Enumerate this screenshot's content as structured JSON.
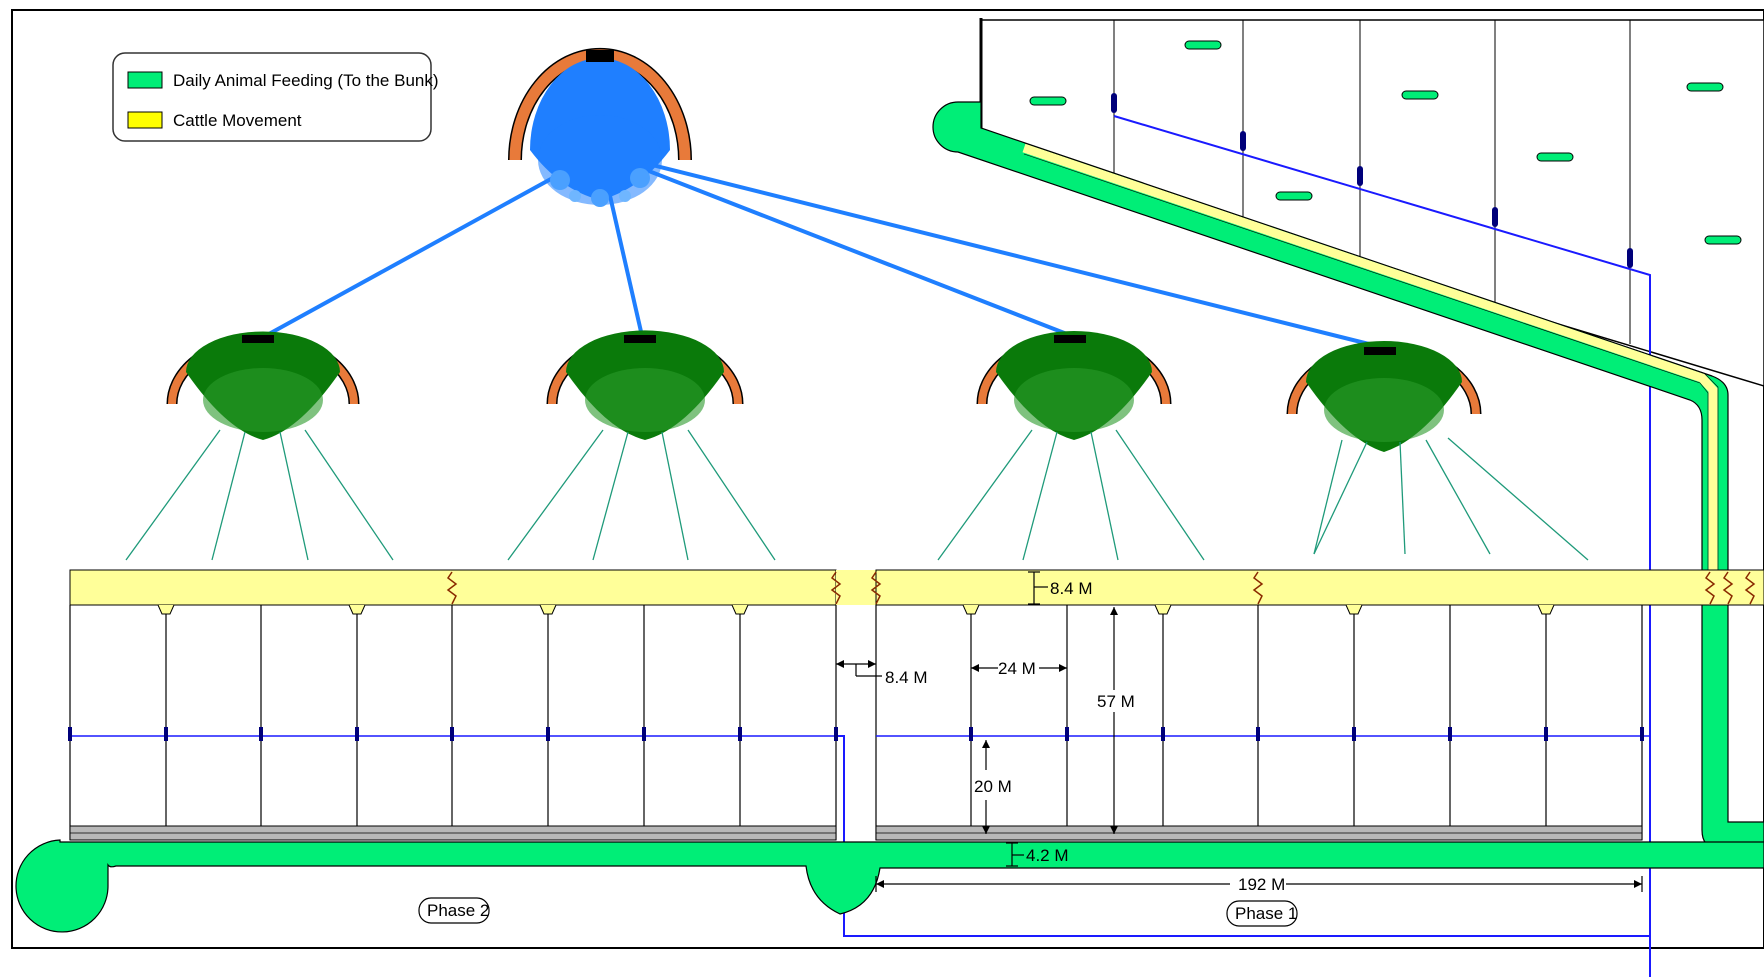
{
  "legend": {
    "items": [
      {
        "label": "Daily Animal Feeding (To the Bunk)",
        "color": "#00ee77"
      },
      {
        "label": "Cattle Movement",
        "color": "#ffff00"
      }
    ]
  },
  "dimensions": {
    "alley_width": "8.4 M",
    "gap_width": "8.4 M",
    "pen_width": "24 M",
    "pen_depth": "57 M",
    "bunk_depth": "20 M",
    "feed_alley": "4.2 M",
    "phase1_length": "192 M"
  },
  "phases": {
    "phase1": "Phase 1",
    "phase2": "Phase 2"
  },
  "colors": {
    "feed_alley": "#00ee77",
    "cattle_alley": "#ffff99",
    "water_line": "#1a1aff",
    "sprinkler_main": "#1f7fff",
    "shade_arc": "#e87a3a",
    "canopy": "#0a7a0a",
    "spray": "#1f9a7a"
  }
}
